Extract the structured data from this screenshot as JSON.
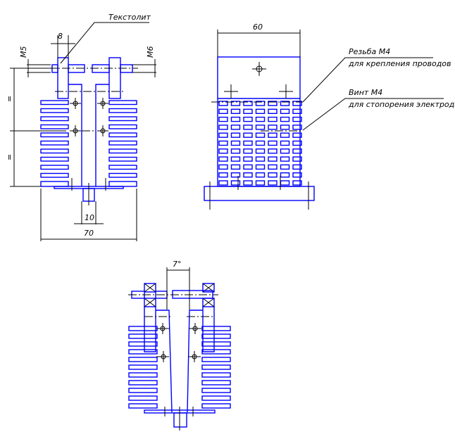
{
  "front_view": {
    "material_label": "Текстолит",
    "dim_block_width": "8",
    "dim_left_thread": "М5",
    "dim_right_thread": "М6",
    "dim_equal_upper": "=",
    "dim_equal_lower": "=",
    "dim_gap": "10",
    "dim_total_width": "70"
  },
  "side_view": {
    "dim_width": "60",
    "callout_1_title": "Резьба М4",
    "callout_1_note": "для крепления проводов",
    "callout_2_title": "Винт М4",
    "callout_2_note": "для стопорения электродов"
  },
  "bottom_view": {
    "dim_angle": "7°"
  },
  "colors": {
    "part": "#0000ff",
    "dimension": "#000000"
  }
}
